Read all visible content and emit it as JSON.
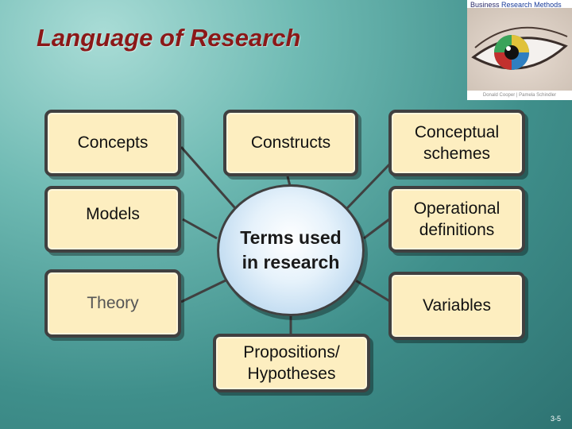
{
  "slide": {
    "title": "Language of Research",
    "slide_number": "3-5"
  },
  "book_cover": {
    "brand_part1": "Business",
    "brand_part2": "Research Methods",
    "authors": "Donald Cooper | Pamela Schindler"
  },
  "diagram": {
    "center": {
      "line1": "Terms used",
      "line2": "in research"
    },
    "boxes": {
      "concepts": "Concepts",
      "constructs": "Constructs",
      "conceptual_schemes_line1": "Conceptual",
      "conceptual_schemes_line2": "schemes",
      "models": "Models",
      "operational_definitions_line1": "Operational",
      "operational_definitions_line2": "definitions",
      "theory": "Theory",
      "variables": "Variables",
      "propositions_line1": "Propositions/",
      "propositions_line2": "Hypotheses"
    }
  },
  "colors": {
    "box_fill": "#fdeec0",
    "box_border": "#404040",
    "title": "#8b1818",
    "center_fill": "#cfe4f5"
  }
}
